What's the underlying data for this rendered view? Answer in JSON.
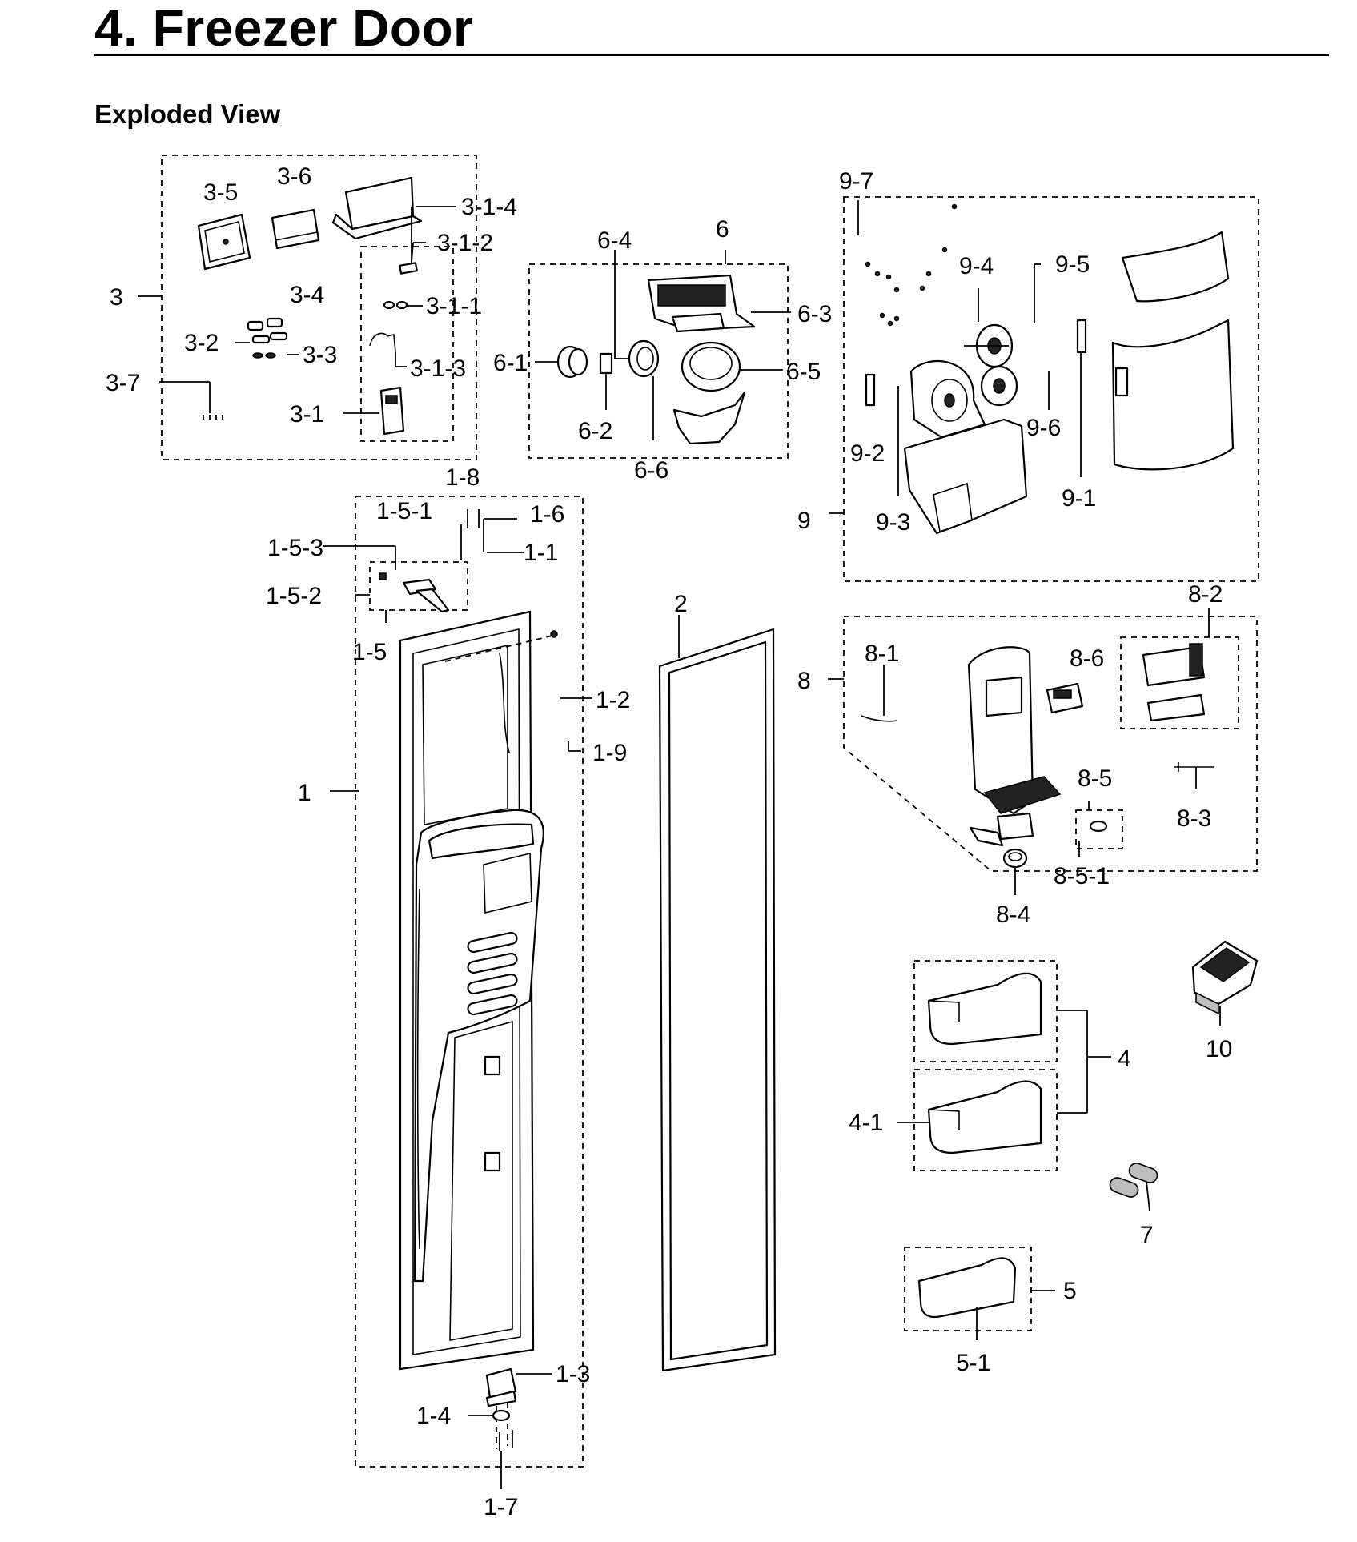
{
  "title": "4.  Freezer Door",
  "subtitle": "Exploded View",
  "part_labels": {
    "p1": "1",
    "p1_1": "1-1",
    "p1_2": "1-2",
    "p1_3": "1-3",
    "p1_4": "1-4",
    "p1_5": "1-5",
    "p1_5_1": "1-5-1",
    "p1_5_2": "1-5-2",
    "p1_5_3": "1-5-3",
    "p1_6": "1-6",
    "p1_7": "1-7",
    "p1_8": "1-8",
    "p1_9": "1-9",
    "p2": "2",
    "p3": "3",
    "p3_1": "3-1",
    "p3_1_1": "3-1-1",
    "p3_1_2": "3-1-2",
    "p3_1_3": "3-1-3",
    "p3_1_4": "3-1-4",
    "p3_2": "3-2",
    "p3_3": "3-3",
    "p3_4": "3-4",
    "p3_5": "3-5",
    "p3_6": "3-6",
    "p3_7": "3-7",
    "p4": "4",
    "p4_1": "4-1",
    "p5": "5",
    "p5_1": "5-1",
    "p6": "6",
    "p6_1": "6-1",
    "p6_2": "6-2",
    "p6_3": "6-3",
    "p6_4": "6-4",
    "p6_5": "6-5",
    "p6_6": "6-6",
    "p7": "7",
    "p8": "8",
    "p8_1": "8-1",
    "p8_2": "8-2",
    "p8_3": "8-3",
    "p8_4": "8-4",
    "p8_5": "8-5",
    "p8_5_1": "8-5-1",
    "p8_6": "8-6",
    "p9": "9",
    "p9_1": "9-1",
    "p9_2": "9-2",
    "p9_3": "9-3",
    "p9_4": "9-4",
    "p9_5": "9-5",
    "p9_6": "9-6",
    "p9_7": "9-7",
    "p10": "10"
  }
}
